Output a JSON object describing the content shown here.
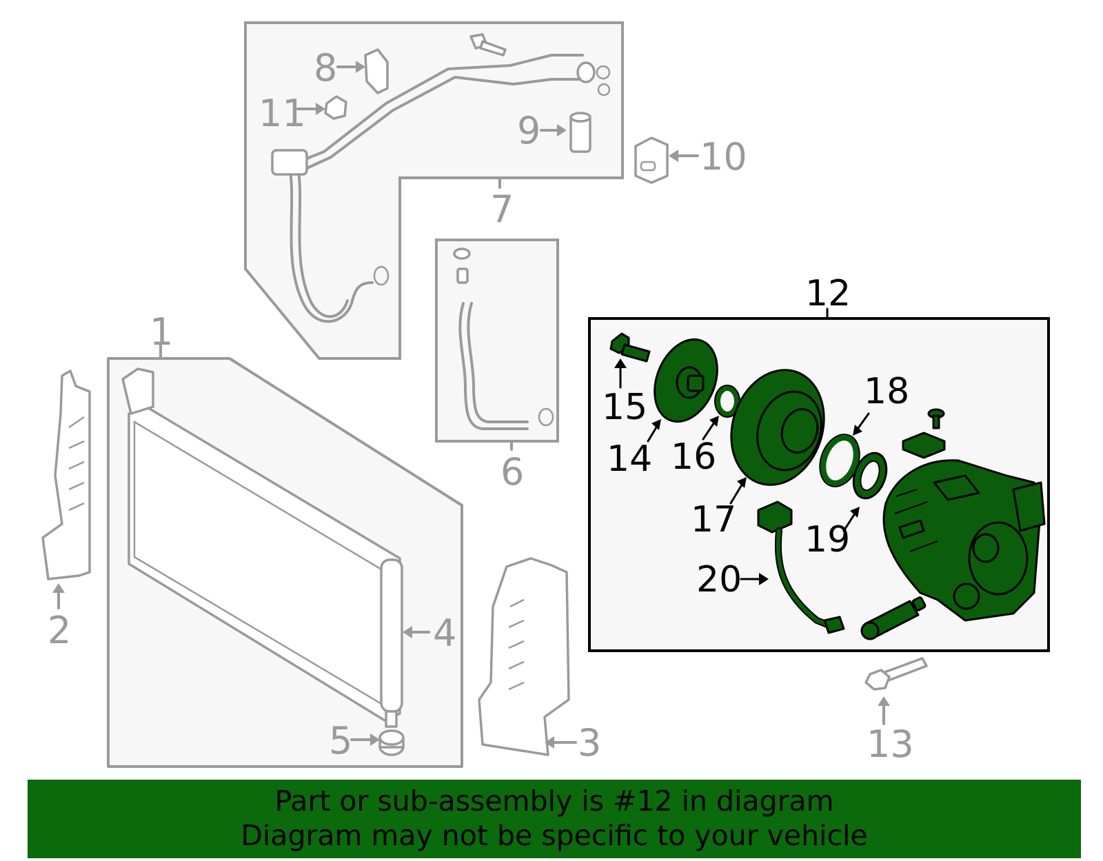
{
  "callouts": {
    "c1": "1",
    "c2": "2",
    "c3": "3",
    "c4": "4",
    "c5": "5",
    "c6": "6",
    "c7": "7",
    "c8": "8",
    "c9": "9",
    "c10": "10",
    "c11": "11",
    "c12": "12",
    "c13": "13",
    "c14": "14",
    "c15": "15",
    "c16": "16",
    "c17": "17",
    "c18": "18",
    "c19": "19",
    "c20": "20"
  },
  "banner": {
    "line1": "Part or sub-assembly is #12 in diagram",
    "line2": "Diagram may not be specific to your vehicle"
  },
  "colors": {
    "highlight": "#0b5d0b",
    "banner": "#0b6a0b",
    "inactive": "#9a9a9a"
  }
}
